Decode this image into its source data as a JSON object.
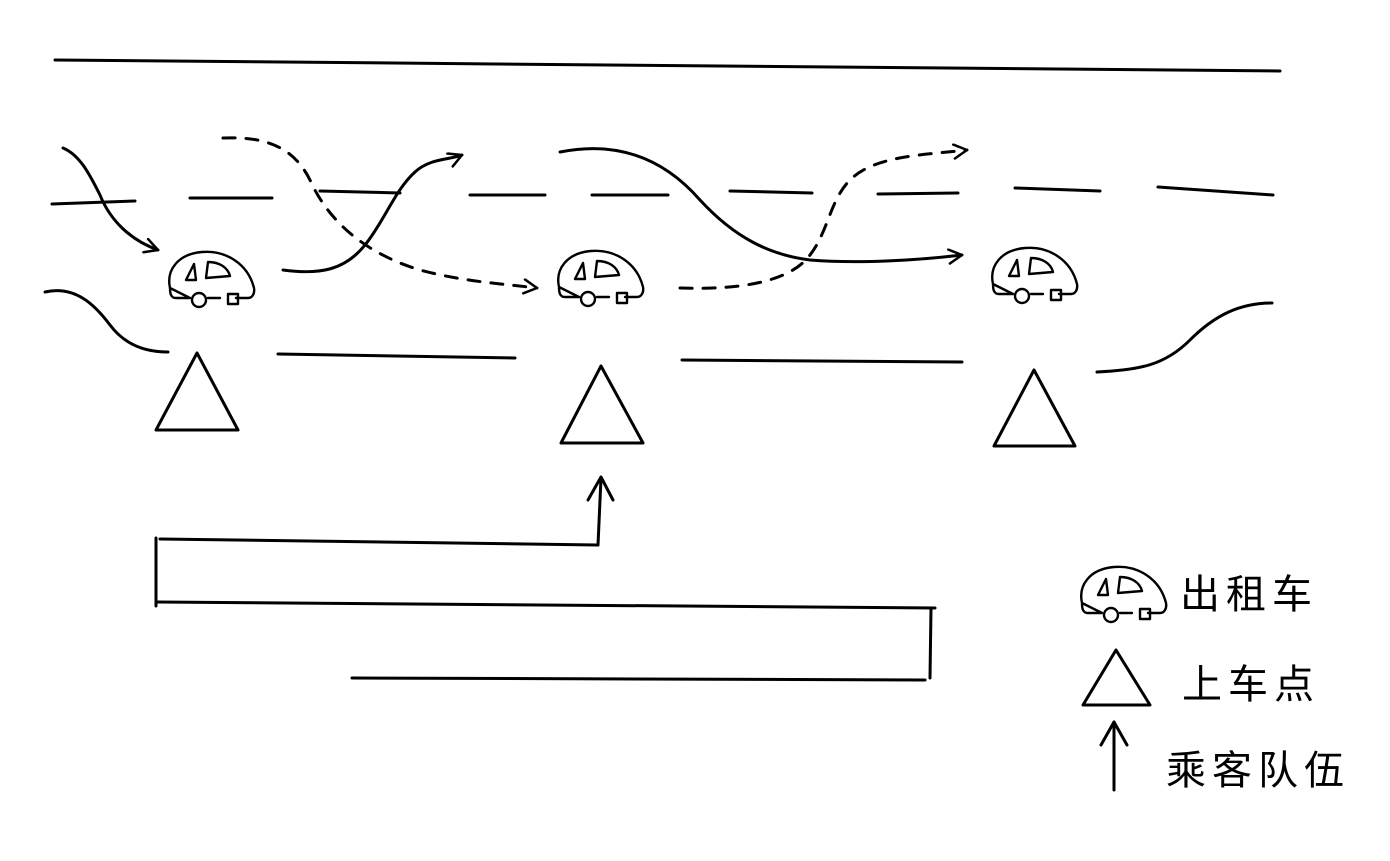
{
  "legend": {
    "taxi": {
      "icon": "taxi-icon",
      "label": "出租车"
    },
    "pickup_point": {
      "icon": "triangle-icon",
      "label": "上车点"
    },
    "passenger_queue": {
      "icon": "arrow-up-icon",
      "label": "乘客队伍"
    }
  },
  "colors": {
    "ink": "#000000",
    "background": "#ffffff"
  }
}
